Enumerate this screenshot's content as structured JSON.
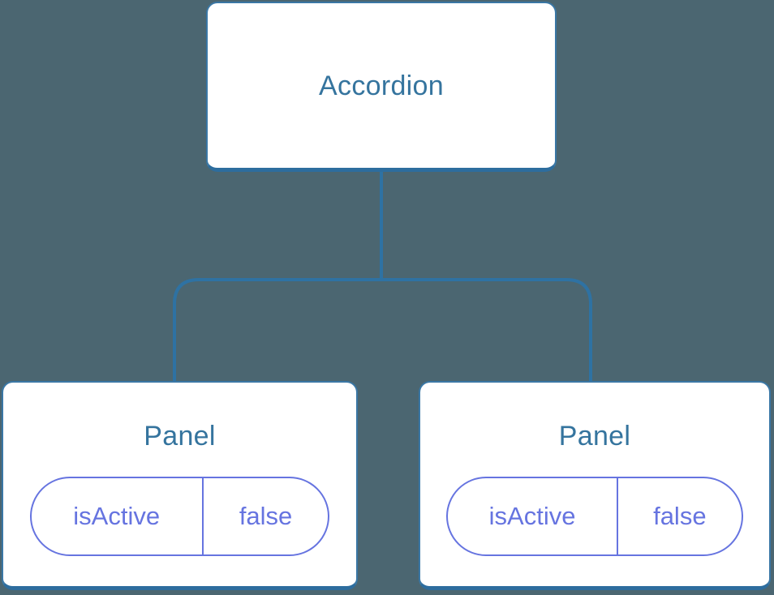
{
  "diagram": {
    "type": "component-tree",
    "root": {
      "label": "Accordion"
    },
    "children": [
      {
        "label": "Panel",
        "state": {
          "key": "isActive",
          "value": "false"
        }
      },
      {
        "label": "Panel",
        "state": {
          "key": "isActive",
          "value": "false"
        }
      }
    ]
  },
  "colors": {
    "background": "#4b6671",
    "node_fill": "#ffffff",
    "node_border": "#3a77a5",
    "node_border_bottom": "#2d6d9e",
    "label_text": "#35749e",
    "connector": "#2e72a3",
    "state_accent": "#6674e0"
  }
}
